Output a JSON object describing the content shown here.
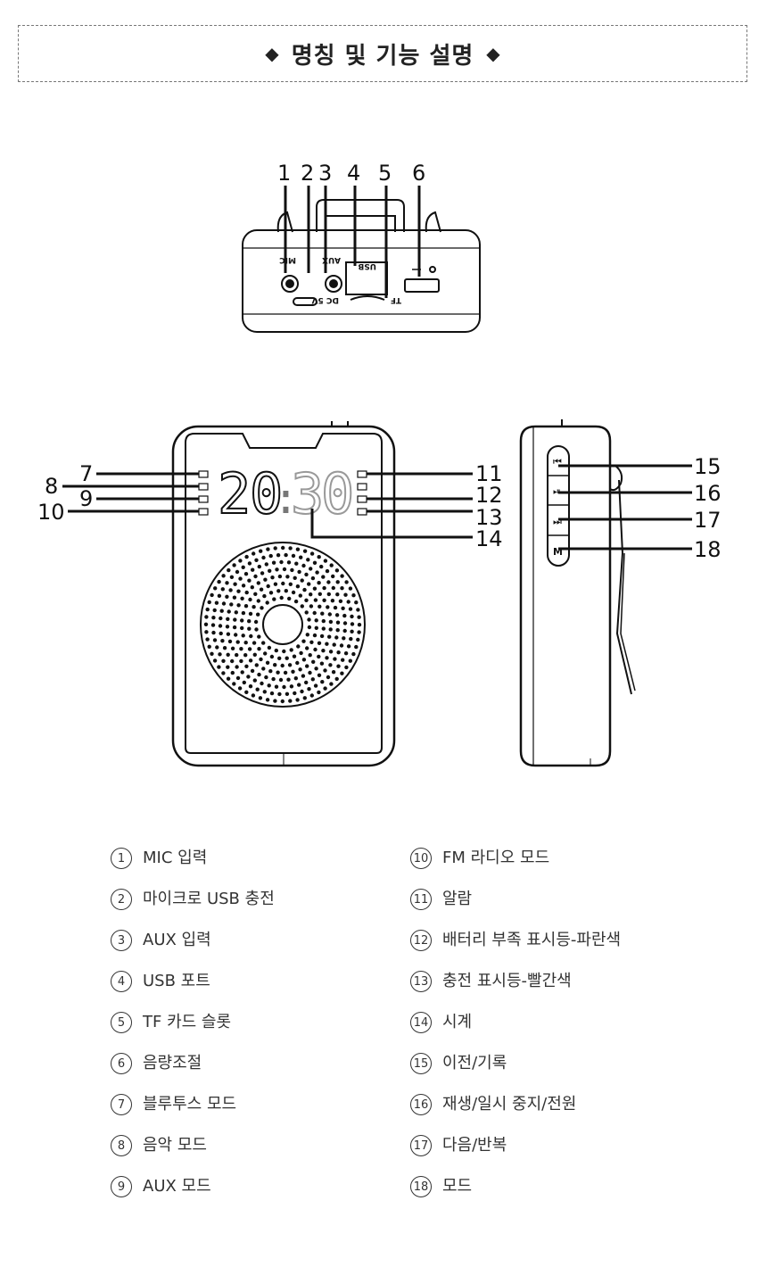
{
  "header": {
    "title": "명칭 및 기능 설명",
    "bullet_icon": "diamond-icon"
  },
  "diagram": {
    "top_callouts": [
      "1",
      "2",
      "3",
      "4",
      "5",
      "6"
    ],
    "front_callouts": [
      "7",
      "8",
      "9",
      "10",
      "11",
      "12",
      "13",
      "14"
    ],
    "side_callouts": [
      "15",
      "16",
      "17",
      "18"
    ],
    "clock_digits": [
      "2",
      "0",
      ":",
      "3",
      "0"
    ],
    "port_labels": {
      "mic": "MIC",
      "aux": "AUX",
      "usb": "USB",
      "tf": "TF",
      "dc": "DC 5V"
    }
  },
  "legend": {
    "left": [
      {
        "num": "1",
        "text": "MIC 입력"
      },
      {
        "num": "2",
        "text": "마이크로 USB 충전"
      },
      {
        "num": "3",
        "text": "AUX 입력"
      },
      {
        "num": "4",
        "text": "USB 포트"
      },
      {
        "num": "5",
        "text": "TF 카드 슬롯"
      },
      {
        "num": "6",
        "text": "음량조절"
      },
      {
        "num": "7",
        "text": "블루투스 모드"
      },
      {
        "num": "8",
        "text": "음악 모드"
      },
      {
        "num": "9",
        "text": "AUX 모드"
      }
    ],
    "right": [
      {
        "num": "10",
        "text": "FM 라디오 모드"
      },
      {
        "num": "11",
        "text": "알람"
      },
      {
        "num": "12",
        "text": "배터리 부족 표시등-파란색"
      },
      {
        "num": "13",
        "text": "충전 표시등-빨간색"
      },
      {
        "num": "14",
        "text": "시계"
      },
      {
        "num": "15",
        "text": "이전/기록"
      },
      {
        "num": "16",
        "text": "재생/일시 중지/전원"
      },
      {
        "num": "17",
        "text": "다음/반복"
      },
      {
        "num": "18",
        "text": "모드"
      }
    ]
  }
}
